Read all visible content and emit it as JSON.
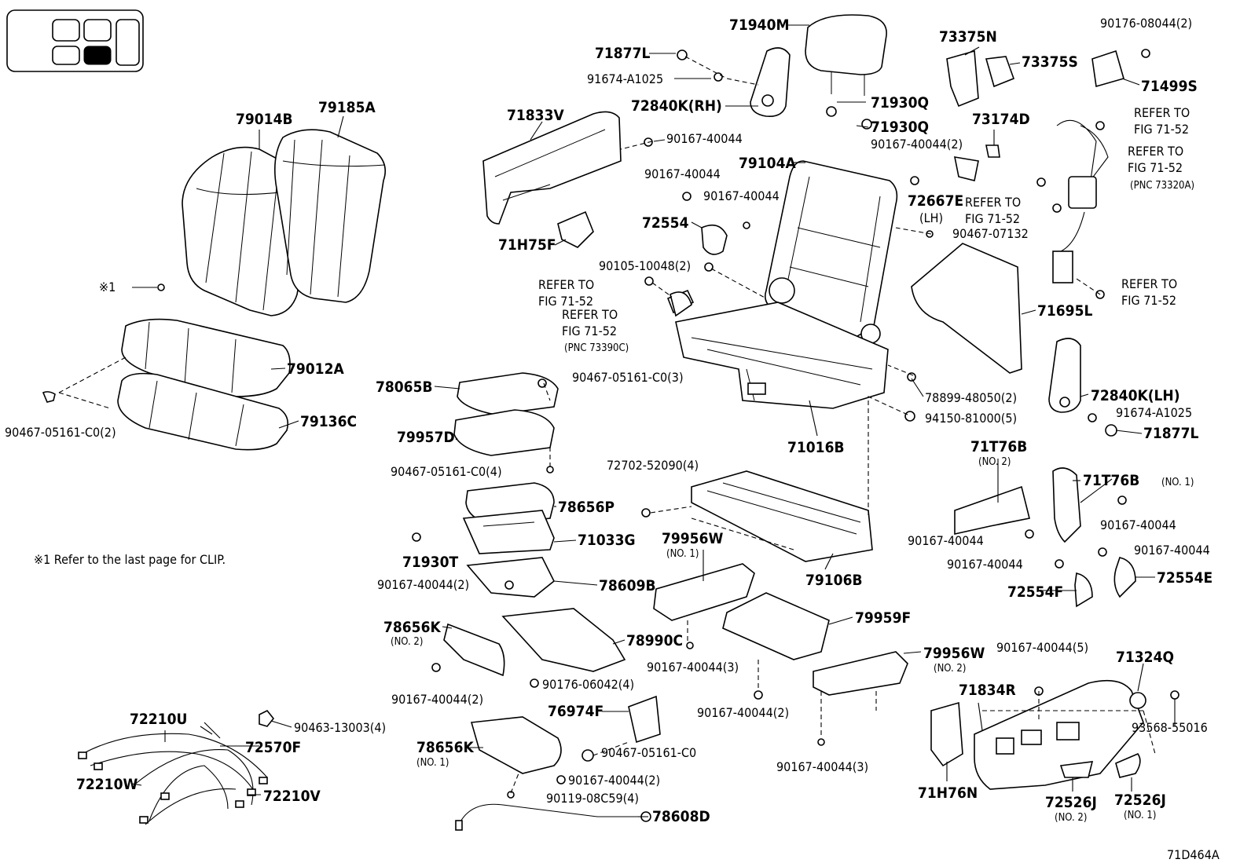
{
  "figure_id": "71D464A",
  "note": "※1 Refer to the last page for CLIP.",
  "clip_marker": "※1",
  "locator": {
    "highlighted_cell": 4
  },
  "parts": [
    {
      "key": "p79014B",
      "text": "79014B"
    },
    {
      "key": "p79185A",
      "text": "79185A"
    },
    {
      "key": "p79012A",
      "text": "79012A"
    },
    {
      "key": "p79136C",
      "text": "79136C"
    },
    {
      "key": "p90467_left",
      "text": "90467-05161-C0(2)"
    },
    {
      "key": "p71940M",
      "text": "71940M"
    },
    {
      "key": "p71877L_top",
      "text": "71877L"
    },
    {
      "key": "p91674_top",
      "text": "91674-A1025"
    },
    {
      "key": "p72840K_RH",
      "text": "72840K(RH)"
    },
    {
      "key": "p71930Q_a",
      "text": "71930Q"
    },
    {
      "key": "p71930Q_b",
      "text": "71930Q"
    },
    {
      "key": "p90167_2_a",
      "text": "90167-40044(2)"
    },
    {
      "key": "p71833V",
      "text": "71833V"
    },
    {
      "key": "p90167_a",
      "text": "90167-40044"
    },
    {
      "key": "p90167_b",
      "text": "90167-40044"
    },
    {
      "key": "p90167_c",
      "text": "90167-40044"
    },
    {
      "key": "p79104A",
      "text": "79104A"
    },
    {
      "key": "p72554",
      "text": "72554"
    },
    {
      "key": "p71H75F",
      "text": "71H75F"
    },
    {
      "key": "p90105",
      "text": "90105-10048(2)"
    },
    {
      "key": "p72667E",
      "text": "72667E"
    },
    {
      "key": "p72667E_sub",
      "text": "(LH)"
    },
    {
      "key": "p90467_07132",
      "text": "90467-07132"
    },
    {
      "key": "p73375N",
      "text": "73375N"
    },
    {
      "key": "p73375S",
      "text": "73375S"
    },
    {
      "key": "p90176_top",
      "text": "90176-08044(2)"
    },
    {
      "key": "p71499S",
      "text": "71499S"
    },
    {
      "key": "p73174D",
      "text": "73174D"
    },
    {
      "key": "p71695L",
      "text": "71695L"
    },
    {
      "key": "p72840K_LH",
      "text": "72840K(LH)"
    },
    {
      "key": "p91674_right",
      "text": "91674-A1025"
    },
    {
      "key": "p71877L_right",
      "text": "71877L"
    },
    {
      "key": "p78899",
      "text": "78899-48050(2)"
    },
    {
      "key": "p94150",
      "text": "94150-81000(5)"
    },
    {
      "key": "p71016B",
      "text": "71016B"
    },
    {
      "key": "p78065B",
      "text": "78065B"
    },
    {
      "key": "p90467_3",
      "text": "90467-05161-C0(3)"
    },
    {
      "key": "p79957D",
      "text": "79957D"
    },
    {
      "key": "p90467_4",
      "text": "90467-05161-C0(4)"
    },
    {
      "key": "p72702",
      "text": "72702-52090(4)"
    },
    {
      "key": "p78656P",
      "text": "78656P"
    },
    {
      "key": "p71033G",
      "text": "71033G"
    },
    {
      "key": "p71930T",
      "text": "71930T"
    },
    {
      "key": "p90167_2_b",
      "text": "90167-40044(2)"
    },
    {
      "key": "p78609B",
      "text": "78609B"
    },
    {
      "key": "p79956W_1",
      "text": "79956W"
    },
    {
      "key": "p79956W_1_sub",
      "text": "(NO. 1)"
    },
    {
      "key": "p79106B",
      "text": "79106B"
    },
    {
      "key": "p79959F",
      "text": "79959F"
    },
    {
      "key": "p78656K_2",
      "text": "78656K"
    },
    {
      "key": "p78656K_2_sub",
      "text": "(NO. 2)"
    },
    {
      "key": "p78990C",
      "text": "78990C"
    },
    {
      "key": "p90167_3_a",
      "text": "90167-40044(3)"
    },
    {
      "key": "p90176_06042",
      "text": "90176-06042(4)"
    },
    {
      "key": "p90167_2_c",
      "text": "90167-40044(2)"
    },
    {
      "key": "p79956W_2",
      "text": "79956W"
    },
    {
      "key": "p79956W_2_sub",
      "text": "(NO. 2)"
    },
    {
      "key": "p90167_2_d",
      "text": "90167-40044(2)"
    },
    {
      "key": "p90167_3_b",
      "text": "90167-40044(3)"
    },
    {
      "key": "p76974F",
      "text": "76974F"
    },
    {
      "key": "p90467_C0",
      "text": "90467-05161-C0"
    },
    {
      "key": "p78656K_1",
      "text": "78656K"
    },
    {
      "key": "p78656K_1_sub",
      "text": "(NO. 1)"
    },
    {
      "key": "p90167_2_e",
      "text": "90167-40044(2)"
    },
    {
      "key": "p90119",
      "text": "90119-08C59(4)"
    },
    {
      "key": "p78608D",
      "text": "78608D"
    },
    {
      "key": "p72210U",
      "text": "72210U"
    },
    {
      "key": "p90463",
      "text": "90463-13003(4)"
    },
    {
      "key": "p72570F",
      "text": "72570F"
    },
    {
      "key": "p72210W",
      "text": "72210W"
    },
    {
      "key": "p72210V",
      "text": "72210V"
    },
    {
      "key": "p71T76B_2",
      "text": "71T76B"
    },
    {
      "key": "p71T76B_2_sub",
      "text": "(NO. 2)"
    },
    {
      "key": "p71T76B_1",
      "text": "71T76B"
    },
    {
      "key": "p71T76B_1_sub",
      "text": "(NO. 1)"
    },
    {
      "key": "p90167_d",
      "text": "90167-40044"
    },
    {
      "key": "p90167_e",
      "text": "90167-40044"
    },
    {
      "key": "p90167_f",
      "text": "90167-40044"
    },
    {
      "key": "p90167_g",
      "text": "90167-40044"
    },
    {
      "key": "p72554F",
      "text": "72554F"
    },
    {
      "key": "p72554E",
      "text": "72554E"
    },
    {
      "key": "p90167_5",
      "text": "90167-40044(5)"
    },
    {
      "key": "p71324Q",
      "text": "71324Q"
    },
    {
      "key": "p71834R",
      "text": "71834R"
    },
    {
      "key": "p93568",
      "text": "93568-55016"
    },
    {
      "key": "p71H76N",
      "text": "71H76N"
    },
    {
      "key": "p72526J_2",
      "text": "72526J"
    },
    {
      "key": "p72526J_2_sub",
      "text": "(NO. 2)"
    },
    {
      "key": "p72526J_1",
      "text": "72526J"
    },
    {
      "key": "p72526J_1_sub",
      "text": "(NO. 1)"
    },
    {
      "key": "p71H75F_dup",
      "text": ""
    }
  ],
  "refs": [
    {
      "key": "r1a",
      "text": "REFER TO"
    },
    {
      "key": "r1b",
      "text": "FIG 71-52"
    },
    {
      "key": "r2a",
      "text": "REFER TO"
    },
    {
      "key": "r2b",
      "text": "FIG 71-52"
    },
    {
      "key": "r2c",
      "text": "(PNC 73320A)"
    },
    {
      "key": "r3a",
      "text": "REFER TO"
    },
    {
      "key": "r3b",
      "text": "FIG 71-52"
    },
    {
      "key": "r4a",
      "text": "REFER TO"
    },
    {
      "key": "r4b",
      "text": "FIG 71-52"
    },
    {
      "key": "r5a",
      "text": "REFER TO"
    },
    {
      "key": "r5b",
      "text": "FIG 71-52"
    },
    {
      "key": "r6a",
      "text": "REFER TO"
    },
    {
      "key": "r6b",
      "text": "FIG 71-52"
    },
    {
      "key": "r6c",
      "text": "(PNC 73390C)"
    }
  ]
}
